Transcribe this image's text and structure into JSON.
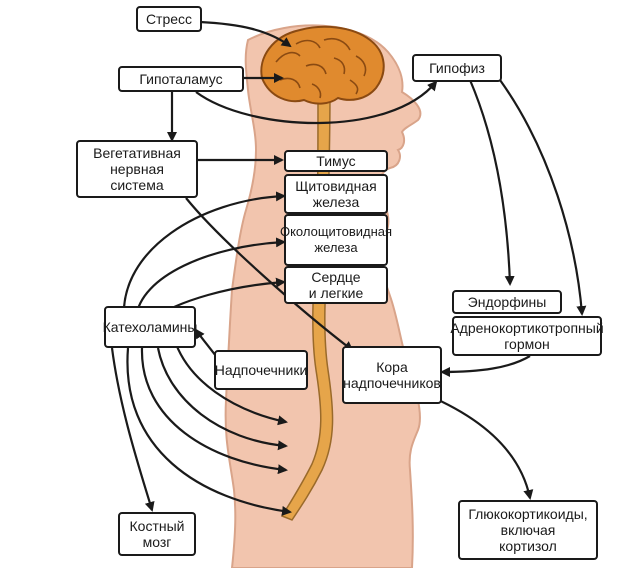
{
  "colors": {
    "body": "#f2c5ae",
    "body_outline": "#d9a48a",
    "brain": "#e08a2e",
    "brain_dark": "#8a4a12",
    "spine": "#e6a54a",
    "spine_outline": "#9a6a2a",
    "arrow": "#1a1a1a",
    "box_border": "#1a1a1a"
  },
  "labels": {
    "stress": "Стресс",
    "hypothalamus": "Гипоталамус",
    "pituitary": "Гипофиз",
    "autonomic": "Вегетативная\nнервная\nсистема",
    "thymus": "Тимус",
    "thyroid": "Щитовидная\nжелеза",
    "parathyroid": "Околощитовидная\nжелеза",
    "heart_lungs": "Сердце\nи легкие",
    "catecholamines": "Катехоламины",
    "adrenal": "Надпочечники",
    "adrenal_cortex": "Кора\nнадпочечников",
    "endorphins": "Эндорфины",
    "acth": "Адренокортикотропный гормон",
    "bone_marrow": "Костный\nмозг",
    "glucocorticoids": "Глюкокортикоиды, включая\nкортизол"
  },
  "icons": [
    "human-silhouette-icon",
    "brain-icon",
    "spinal-cord-icon"
  ]
}
